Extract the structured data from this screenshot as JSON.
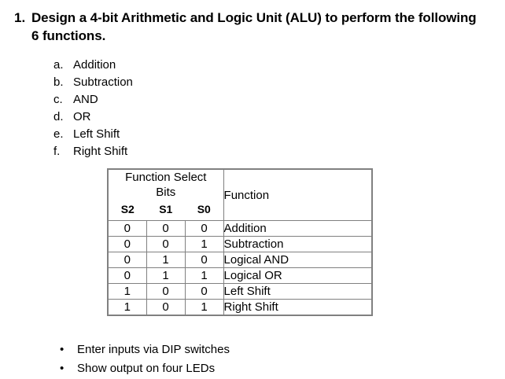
{
  "question": {
    "number": "1.",
    "text": "Design a 4-bit Arithmetic and Logic Unit (ALU) to perform the following 6 functions."
  },
  "alpha_list": [
    {
      "marker": "a.",
      "label": "Addition"
    },
    {
      "marker": "b.",
      "label": "Subtraction"
    },
    {
      "marker": "c.",
      "label": "AND"
    },
    {
      "marker": "d.",
      "label": "OR"
    },
    {
      "marker": "e.",
      "label": "Left Shift"
    },
    {
      "marker": "f.",
      "label": "Right Shift"
    }
  ],
  "table": {
    "header": {
      "bits_title_line1": "Function Select",
      "bits_title_line2": "Bits",
      "bit_labels": [
        "S2",
        "S1",
        "S0"
      ],
      "function_label": "Function"
    },
    "rows": [
      {
        "s2": "0",
        "s1": "0",
        "s0": "0",
        "function": "Addition"
      },
      {
        "s2": "0",
        "s1": "0",
        "s0": "1",
        "function": "Subtraction"
      },
      {
        "s2": "0",
        "s1": "1",
        "s0": "0",
        "function": "Logical AND"
      },
      {
        "s2": "0",
        "s1": "1",
        "s0": "1",
        "function": "Logical OR"
      },
      {
        "s2": "1",
        "s1": "0",
        "s0": "0",
        "function": "Left Shift"
      },
      {
        "s2": "1",
        "s1": "0",
        "s0": "1",
        "function": "Right Shift"
      }
    ]
  },
  "bullets": [
    {
      "marker": "•",
      "label": "Enter inputs via DIP switches"
    },
    {
      "marker": "•",
      "label": "Show output on four LEDs"
    }
  ],
  "colors": {
    "text": "#000000",
    "background": "#ffffff",
    "table_border": "#808080"
  }
}
